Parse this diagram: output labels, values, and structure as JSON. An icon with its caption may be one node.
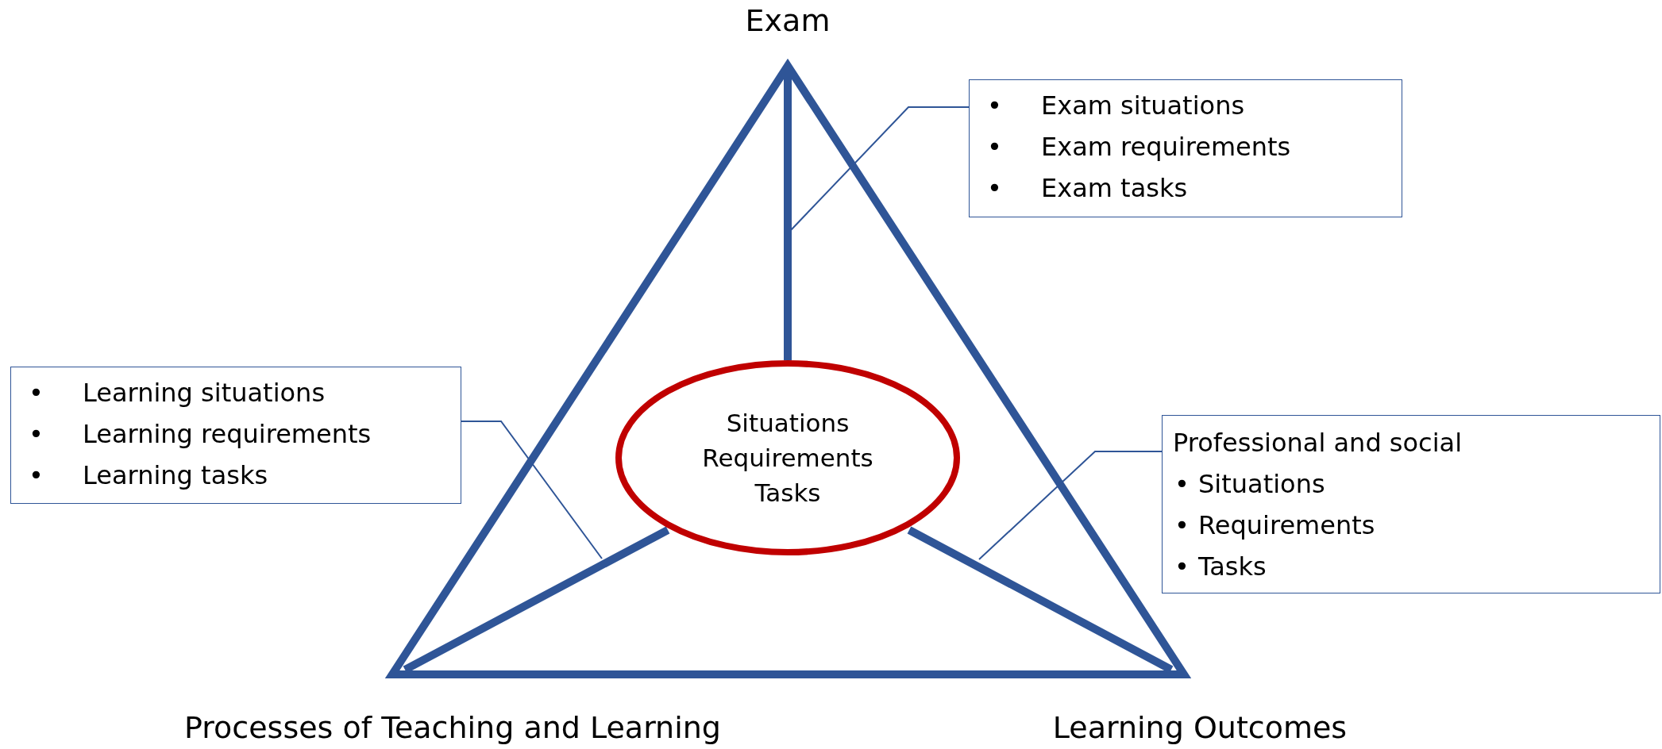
{
  "diagram": {
    "nodes": [
      {
        "text": [
          "•",
          "Exam situations",
          "•",
          "Exam requirements",
          "•",
          "Exam tasks"
        ]
      },
      {
        "text": [
          "•",
          "Learning situations",
          "•",
          "Learning requirements",
          "•",
          "Learning tasks"
        ]
      },
      {
        "text": [
          "Situations Requirements Tasks"
        ]
      },
      {
        "text": [
          "Professional and social",
          "•",
          "Situations",
          "•",
          "Requirements",
          "•",
          "Tasks"
        ]
      }
    ],
    "edges": [
      {
        "from": 0,
        "to": null,
        "arrow": "none"
      },
      {
        "from": 1,
        "to": null,
        "arrow": "none"
      },
      {
        "from": 3,
        "to": null,
        "arrow": "none"
      }
    ],
    "labels": [
      "Exam",
      "Processes of Teaching and Learning",
      "Learning Outcomes"
    ]
  }
}
